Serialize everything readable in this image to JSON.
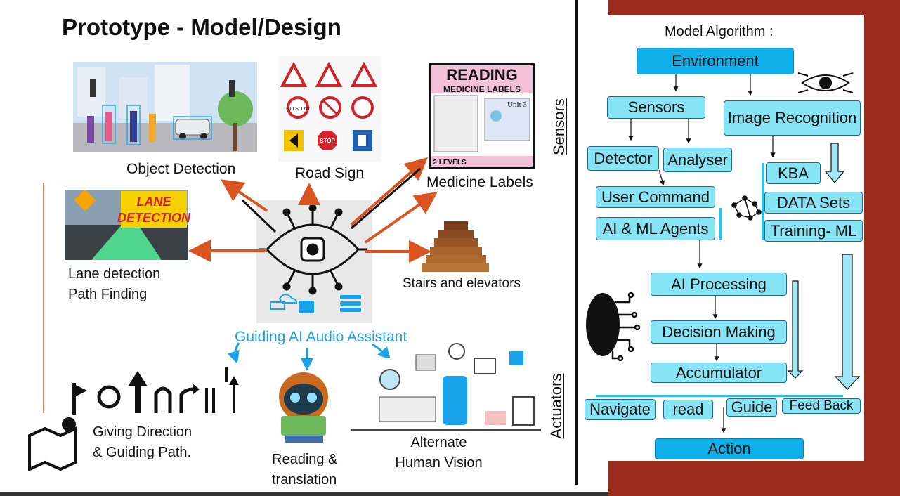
{
  "title": "Prototype - Model/Design",
  "left": {
    "object_detection": "Object Detection",
    "road_sign": "Road Sign",
    "medicine_labels": "Medicine Labels",
    "lane_line1": "Lane detection",
    "lane_line2": "Path Finding",
    "stairs": "Stairs and elevators",
    "assistant": "Guiding AI Audio Assistant",
    "giving_line1": "Giving Direction",
    "giving_line2": "& Guiding Path.",
    "reading_line1": "Reading &",
    "reading_line2": "translation",
    "alternate_line1": "Alternate",
    "alternate_line2": "Human Vision",
    "thumb_reading": "READING",
    "thumb_medicine": "MEDICINE LABELS",
    "thumb_unit": "Unit 3",
    "thumb_levels": "2 LEVELS",
    "lane_logo1": "LANE",
    "lane_logo2": "DETECTION",
    "sign_go_slow": "GO SLOW",
    "sign_stop": "STOP"
  },
  "side_labels": {
    "sensors": "Sensors",
    "actuators": "Actuators"
  },
  "algorithm": {
    "heading": "Model Algorithm :",
    "environment": "Environment",
    "sensors": "Sensors",
    "image_recognition": "Image Recognition",
    "detector": "Detector",
    "analyser": "Analyser",
    "kba": "KBA",
    "user_command": "User Command",
    "data_sets": "DATA Sets",
    "ai_ml_agents": "AI & ML Agents",
    "training_ml": "Training- ML",
    "ai_processing": "AI Processing",
    "decision_making": "Decision Making",
    "accumulator": "Accumulator",
    "navigate": "Navigate",
    "read": "read",
    "guide": "Guide",
    "feed_back": "Feed Back",
    "action": "Action"
  },
  "colors": {
    "box_fill": "#86e4f5",
    "box_dark": "#0fb0ea",
    "arrow_orange": "#d9541e",
    "accent_blue": "#1aa3e8",
    "frame_red": "#9b2b1c"
  }
}
